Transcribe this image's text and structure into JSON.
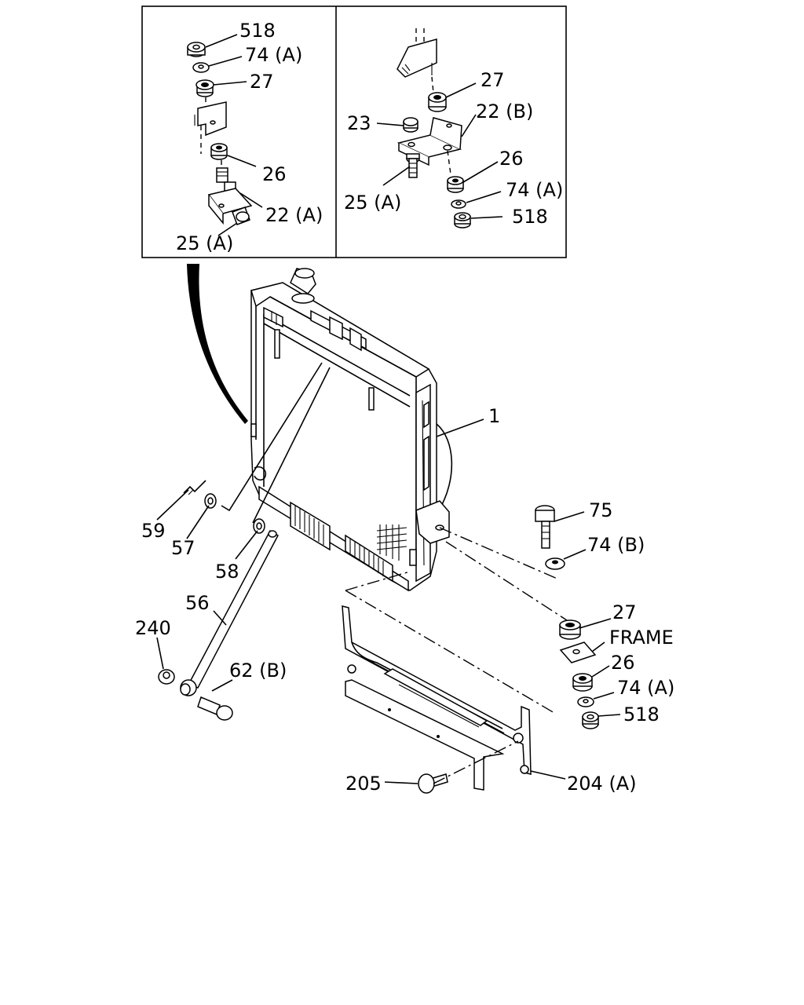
{
  "callouts": {
    "detail_a": {
      "c518": "518",
      "c74a": "74 (A)",
      "c27": "27",
      "c26": "26",
      "c22a": "22 (A)",
      "c25a": "25 (A)"
    },
    "detail_b": {
      "c27": "27",
      "c23": "23",
      "c22b": "22 (B)",
      "c26": "26",
      "c25a": "25 (A)",
      "c74a": "74 (A)",
      "c518": "518"
    },
    "main": {
      "c1": "1",
      "c59": "59",
      "c57": "57",
      "c58": "58",
      "c56": "56",
      "c240": "240",
      "c62b": "62 (B)",
      "c75": "75",
      "c74b": "74 (B)",
      "c27": "27",
      "frame": "FRAME",
      "c26": "26",
      "c74a": "74 (A)",
      "c518": "518",
      "c205": "205",
      "c204a": "204 (A)"
    }
  }
}
